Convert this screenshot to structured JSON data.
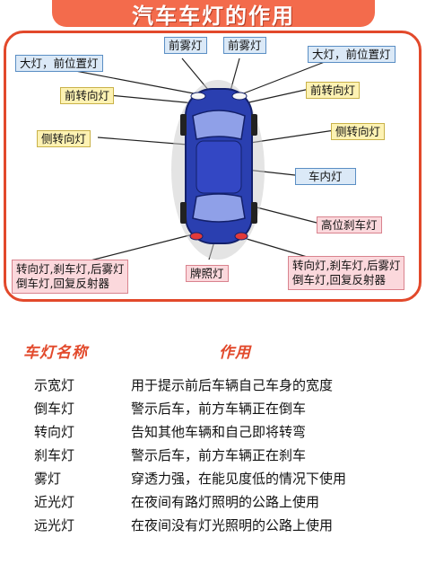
{
  "title": "汽车车灯的作用",
  "labels": {
    "front_fog_left": "前雾灯",
    "front_fog_right": "前雾灯",
    "headlight_left": "大灯，前位置灯",
    "headlight_right": "大灯，前位置灯",
    "front_turn_left": "前转向灯",
    "front_turn_right": "前转向灯",
    "side_turn_left": "侧转向灯",
    "side_turn_right": "侧转向灯",
    "interior": "车内灯",
    "high_brake": "高位刹车灯",
    "rear_left_line1": "转向灯,刹车灯,后雾灯",
    "rear_left_line2": "倒车灯,回复反射器",
    "plate": "牌照灯",
    "rear_right_line1": "转向灯,刹车灯,后雾灯",
    "rear_right_line2": "倒车灯,回复反射器"
  },
  "table": {
    "header_name": "车灯名称",
    "header_desc": "作用",
    "rows": [
      {
        "name": "示宽灯",
        "desc": "用于提示前后车辆自己车身的宽度"
      },
      {
        "name": "倒车灯",
        "desc": "警示后车，前方车辆正在倒车"
      },
      {
        "name": "转向灯",
        "desc": "告知其他车辆和自己即将转弯"
      },
      {
        "name": "刹车灯",
        "desc": "警示后车，前方车辆正在刹车"
      },
      {
        "name": "雾灯",
        "desc": "穿透力强，在能见度低的情况下使用"
      },
      {
        "name": "近光灯",
        "desc": "在夜间有路灯照明的公路上使用"
      },
      {
        "name": "远光灯",
        "desc": "在夜间没有灯光照明的公路上使用"
      }
    ]
  },
  "colors": {
    "accent": "#e2492b",
    "car_body": "#2a3fb0",
    "blue_box": "#dbe9f7",
    "red_box": "#fbd8dc",
    "yellow_box": "#fdf2b3"
  }
}
